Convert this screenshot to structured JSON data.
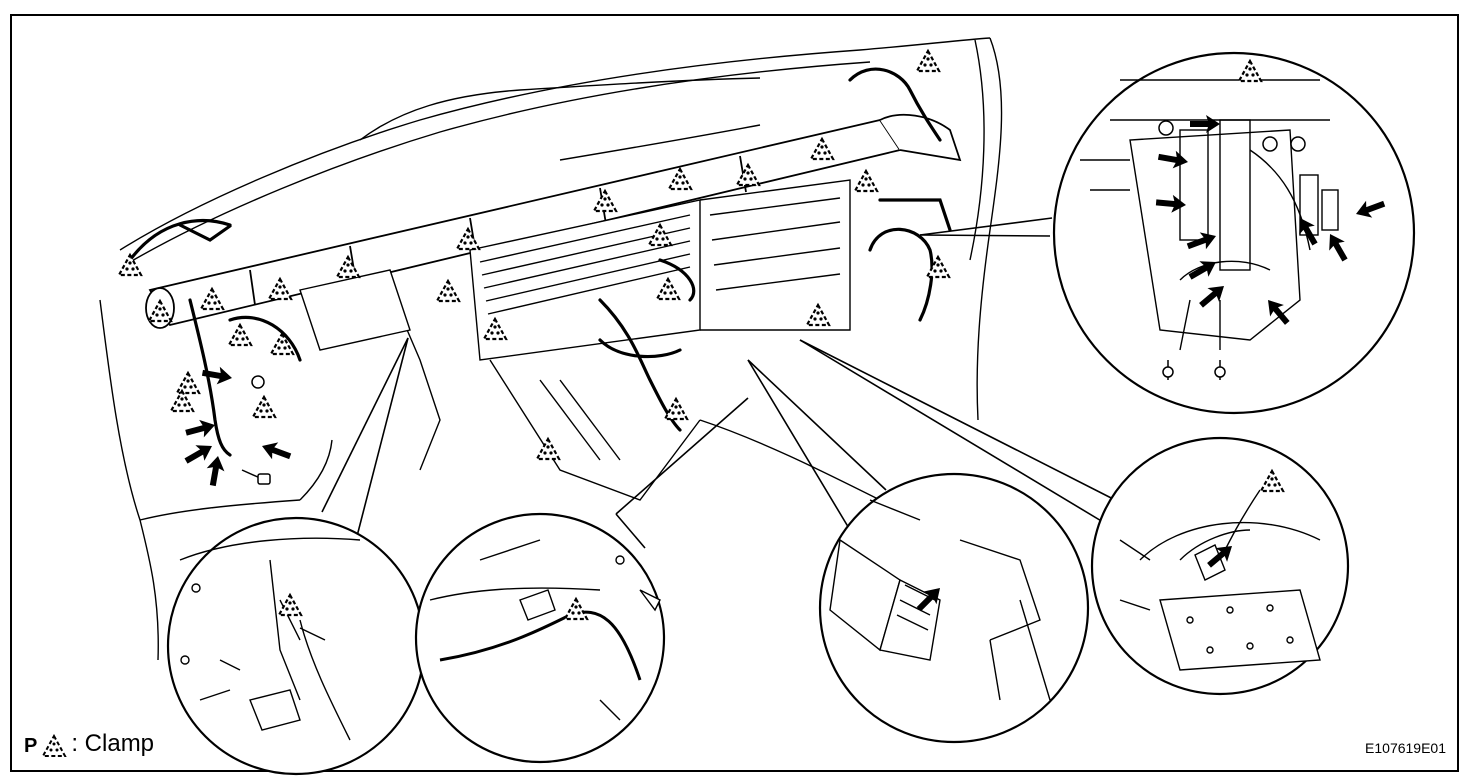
{
  "legend": {
    "prefix": "P",
    "symbol": "clamp-triangle-icon",
    "text": ": Clamp"
  },
  "figure_id": "E107619E01",
  "colors": {
    "line": "#000000",
    "background": "#ffffff"
  }
}
